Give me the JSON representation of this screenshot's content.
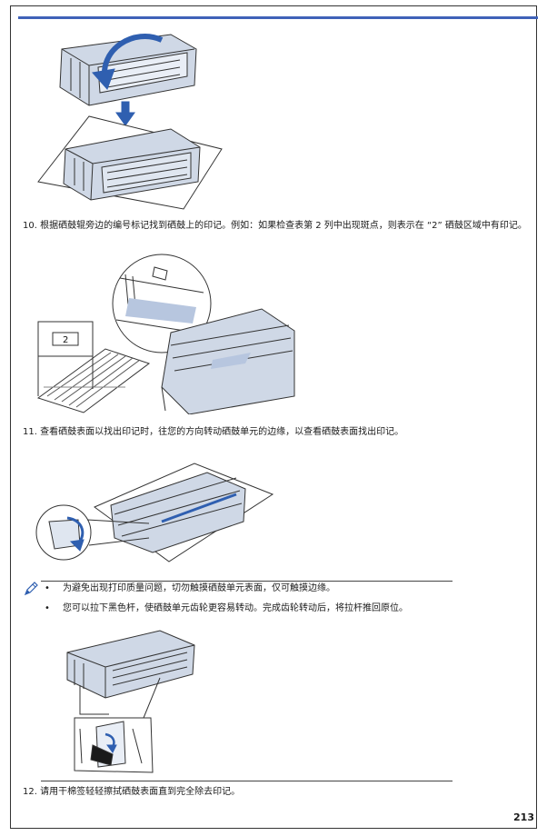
{
  "steps": {
    "step10": "10. 根据硒鼓辊旁边的编号标记找到硒鼓上的印记。例如：如果检查表第 2 列中出现斑点，则表示在 “2” 硒鼓区域中有印记。",
    "step11": "11. 查看硒鼓表面以找出印记时，往您的方向转动硒鼓单元的边缘，以查看硒鼓表面找出印记。",
    "step12": "12. 请用干棉签轻轻擦拭硒鼓表面直到完全除去印记。"
  },
  "figure_labels": {
    "column_number": "2"
  },
  "note": {
    "icon": "pencil-icon",
    "items": [
      "为避免出现打印质量问题，切勿触摸硒鼓单元表面，仅可触摸边缘。",
      "您可以拉下黑色杆，使硒鼓单元齿轮更容易转动。完成齿轮转动后，将拉杆推回原位。"
    ]
  },
  "page_number": "213",
  "colors": {
    "accent": "#3f62b8",
    "arrow": "#2f5fb0",
    "drum_fill": "#cfd8e6",
    "highlight": "#b7c6df"
  }
}
